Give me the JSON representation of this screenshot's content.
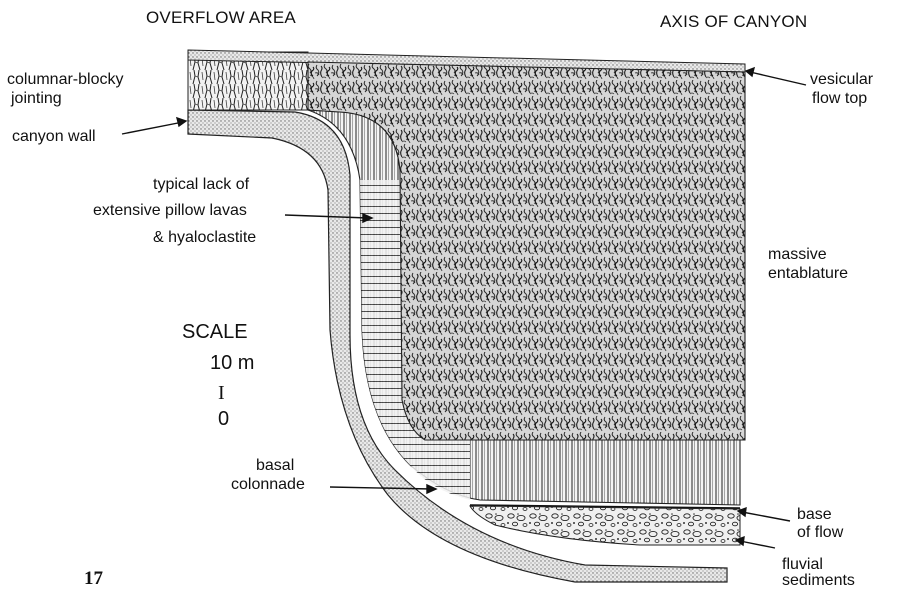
{
  "headers": {
    "left": "OVERFLOW AREA",
    "right": "AXIS OF CANYON"
  },
  "labels": {
    "columnar": [
      "columnar-blocky",
      "jointing"
    ],
    "canyon_wall": "canyon wall",
    "pillow": [
      "typical lack of",
      "extensive pillow lavas",
      "& hyaloclastite"
    ],
    "vesicular": [
      "vesicular",
      "flow top"
    ],
    "entablature": [
      "massive",
      "entablature"
    ],
    "colonnade": [
      "basal",
      "colonnade"
    ],
    "base": [
      "base",
      "of flow"
    ],
    "fluvial": [
      "fluvial",
      "sediments"
    ]
  },
  "scale": {
    "title": "SCALE",
    "top": "10 m",
    "bar": "I",
    "bottom": "0"
  },
  "page_number": "17"
}
